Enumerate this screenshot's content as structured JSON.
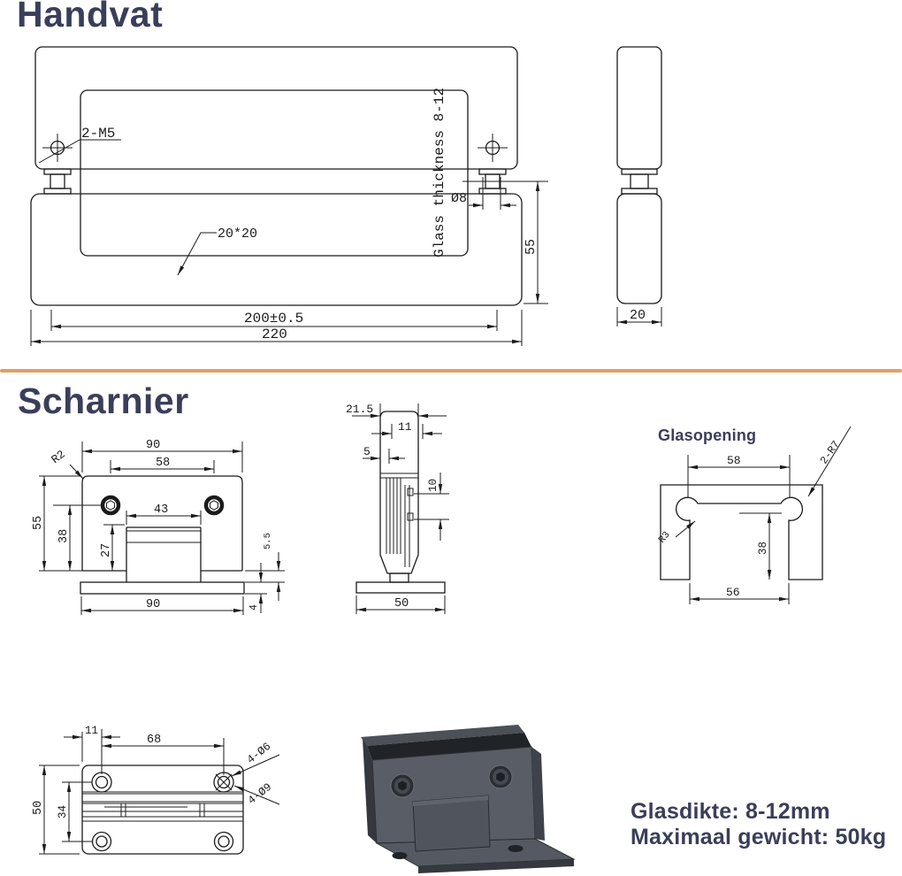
{
  "theme": {
    "heading_color": "#3A3E59",
    "divider_color": "#DFA164",
    "line_color": "#1b1b1b",
    "render_body_color": "#585d66",
    "render_dark_color": "#202327"
  },
  "handvat": {
    "title": "Handvat",
    "front": {
      "screw_label": "2-M5",
      "glass_label": "Glass thickness 8-12",
      "bar_label": "20*20",
      "hole_label": "Ø8",
      "dim_height": "55",
      "dim_inner_length": "200±0.5",
      "dim_outer_length": "220"
    },
    "side": {
      "dim_width": "20"
    }
  },
  "scharnier": {
    "title": "Scharnier",
    "front": {
      "dim_width_top": "90",
      "dim_hole_spacing": "58",
      "dim_tab_width": "43",
      "radius_label": "R2",
      "dim_height": "55",
      "dim_hole_height": "38",
      "dim_tab_height": "27",
      "dim_lip": "5.5",
      "dim_plate": "4",
      "dim_width_bottom": "90"
    },
    "side": {
      "dim_depth": "21.5",
      "dim_knuckle": "11",
      "dim_wall": "5",
      "dim_pin": "10",
      "dim_base": "50"
    },
    "glasopening": {
      "title": "Glasopening",
      "dim_hole_centers": "58",
      "relief_label": "2-R7",
      "corner_label": "R3",
      "dim_depth": "38",
      "dim_notch_width": "56"
    },
    "top": {
      "dim_edge": "11",
      "dim_hole_spacing": "68",
      "dim_depth": "50",
      "dim_inner": "34",
      "hole_label_1": "4-Ø6",
      "hole_label_2": "4-Ø9"
    }
  },
  "specs": {
    "glass": "Glasdikte: 8-12mm",
    "weight": "Maximaal gewicht: 50kg"
  }
}
